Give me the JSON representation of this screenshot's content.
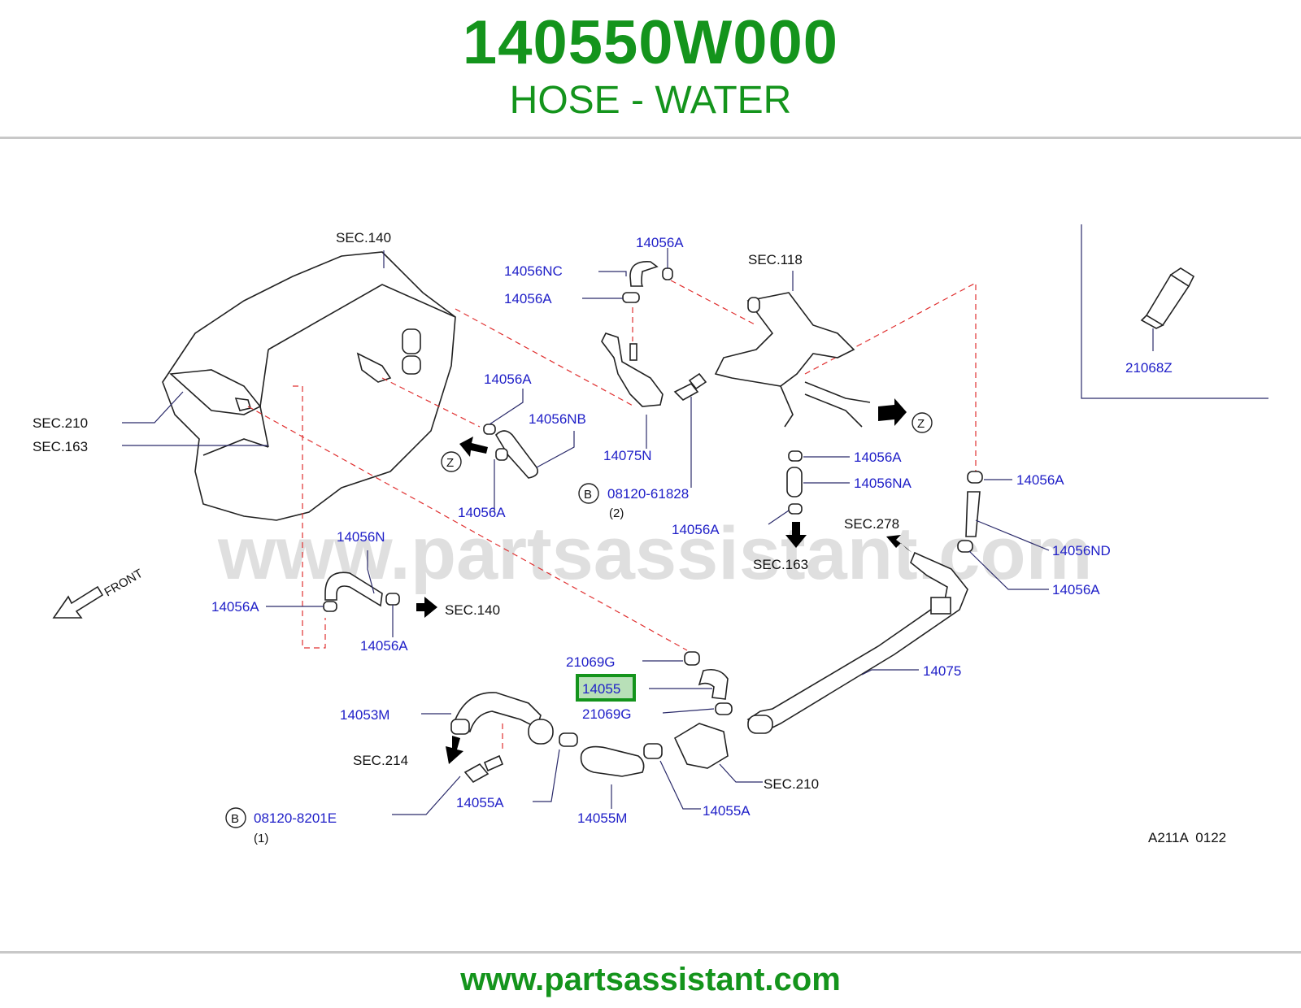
{
  "header": {
    "part_number": "140550W000",
    "part_name": "HOSE - WATER"
  },
  "footer": {
    "url": "www.partsassistant.com"
  },
  "diagram": {
    "watermark": "www.partsassistant.com",
    "highlight_color": "#14941c",
    "code": "A211A  0122",
    "front_label": "FRONT",
    "labels_black": {
      "sec140_top": "SEC.140",
      "sec118": "SEC.118",
      "sec210_left": "SEC.210",
      "sec163_left": "SEC.163",
      "sec278": "SEC.278",
      "sec163_mid": "SEC.163",
      "sec140_mid": "SEC.140",
      "sec214": "SEC.214",
      "sec210_bottom": "SEC.210"
    },
    "labels_blue": {
      "p14056a_1": "14056A",
      "p14056nc": "14056NC",
      "p14056a_2": "14056A",
      "p14056a_3": "14056A",
      "p14056nb": "14056NB",
      "p14056a_4": "14056A",
      "p14075n": "14075N",
      "p08120_61828": "08120-61828",
      "p14056a_5": "14056A",
      "p14056na": "14056NA",
      "p14056a_6": "14056A",
      "p14056a_7": "14056A",
      "p14056nd": "14056ND",
      "p14056a_8": "14056A",
      "p14056n": "14056N",
      "p14056a_9": "14056A",
      "p14056a_10": "14056A",
      "p21069g_1": "21069G",
      "p14055": "14055",
      "p21069g_2": "21069G",
      "p14075": "14075",
      "p14053m": "14053M",
      "p14055a_1": "14055A",
      "p14055m": "14055M",
      "p14055a_2": "14055A",
      "p08120_8201e": "08120-8201E",
      "p21068z": "21068Z"
    },
    "qty_labels": {
      "q2": "(2)",
      "q1": "(1)"
    },
    "callout_letters": {
      "b1": "B",
      "b2": "B",
      "z1": "Z",
      "z2": "Z"
    }
  }
}
